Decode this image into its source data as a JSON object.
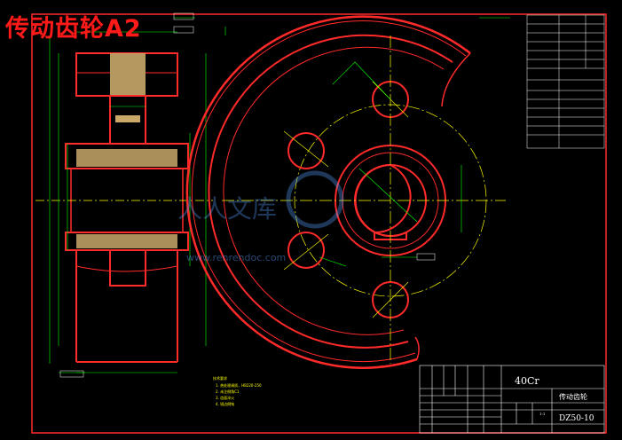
{
  "title_overlay": "传动齿轮A2",
  "title_block": {
    "material": "40Cr",
    "part_name": "传动齿轮",
    "drawing_number": "DZ50-10",
    "scale": "1:1"
  },
  "watermark": {
    "url": "www.renrendoc.com"
  },
  "notes": {
    "heading": "技术要求",
    "items": [
      "1. 热处理调质，HB220-250",
      "2. 未注倒角C1",
      "3. 齿面淬火",
      "4. 锐边倒钝"
    ]
  },
  "colors": {
    "background": "#000000",
    "outline": "#ff0000",
    "centerline": "#ffff00",
    "dimension": "#00ff00",
    "text": "#ffffff"
  }
}
